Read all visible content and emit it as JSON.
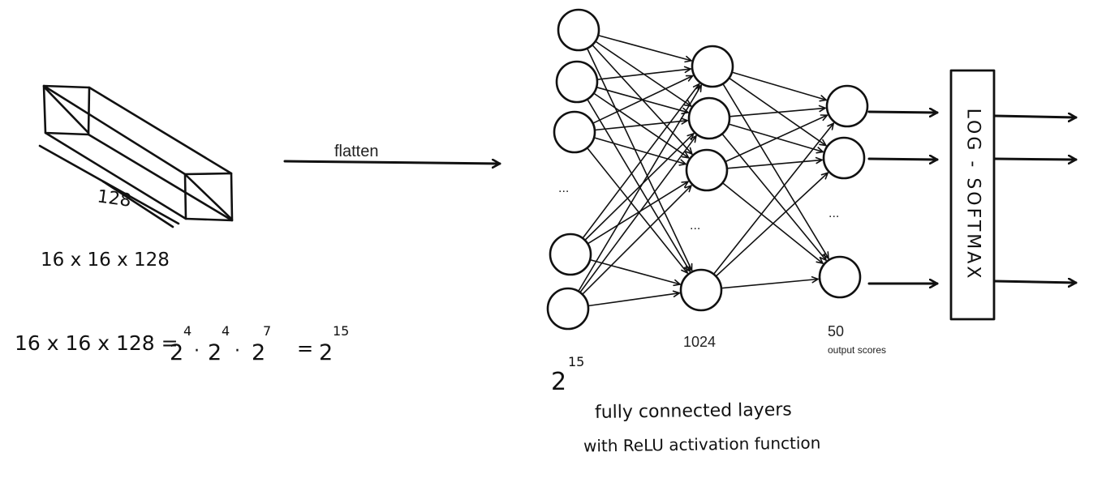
{
  "input_block": {
    "depth_label": "128",
    "shape_label": "16 x 16 x 128"
  },
  "equation": {
    "lhs": "16 x 16 x 128 =",
    "b1": "2",
    "e1": "4",
    "dot1": "·",
    "b2": "2",
    "e2": "4",
    "dot2": "·",
    "b3": "2",
    "e3": "7",
    "eq2": "=",
    "b4": "2",
    "e4": "15"
  },
  "flatten": {
    "label": "flatten"
  },
  "network": {
    "input_layer": {
      "base": "2",
      "exponent": "15",
      "ellipsis": "..."
    },
    "hidden_layer": {
      "label": "1024",
      "ellipsis": "..."
    },
    "output_layer": {
      "label": "50",
      "sublabel": "output scores",
      "ellipsis": "..."
    },
    "caption_line1": "fully connected layers",
    "caption_line2": "with ReLU activation function"
  },
  "softmax": {
    "label": "LOG - SOFTMAX"
  },
  "colors": {
    "ink": "#111111",
    "print_text": "#222222",
    "background": "#ffffff"
  }
}
